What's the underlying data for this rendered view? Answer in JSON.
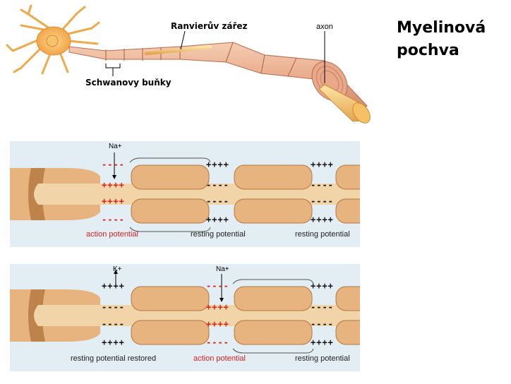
{
  "title_line1": "Myelinová",
  "title_line2": "pochva",
  "labels": {
    "ranvier": "Ranvierův zářez",
    "axon": "axon",
    "schwann": "Schwanovy buňky"
  },
  "panel1": {
    "ion": "Na+",
    "captions": [
      "action potential",
      "resting potential",
      "resting potential"
    ],
    "signs": {
      "n1_top": "----",
      "n1_inner_top": "++++",
      "n1_inner_bot": "++++",
      "n1_bot": "----",
      "n2_top": "++++",
      "n2_inner_top": "----",
      "n2_inner_bot": "----",
      "n2_bot": "++++",
      "n3_top": "++++",
      "n3_inner_top": "----",
      "n3_inner_bot": "----",
      "n3_bot": "++++"
    }
  },
  "panel2": {
    "ion_k": "K+",
    "ion_na": "Na+",
    "captions": [
      "resting potential restored",
      "action potential",
      "resting potential"
    ],
    "signs": {
      "n1_top": "++++",
      "n1_inner_top": "----",
      "n1_inner_bot": "----",
      "n1_bot": "++++",
      "n2_top": "----",
      "n2_inner_top": "++++",
      "n2_inner_bot": "++++",
      "n2_bot": "----",
      "n3_top": "++++",
      "n3_inner_top": "----",
      "n3_inner_bot": "----",
      "n3_bot": "++++"
    }
  },
  "colors": {
    "panel_bg": "#e3edf4",
    "axon": "#f2d4a9",
    "myelin": "#e7b47f",
    "myelin_dark": "#b4773f",
    "red": "#d61f1f"
  }
}
